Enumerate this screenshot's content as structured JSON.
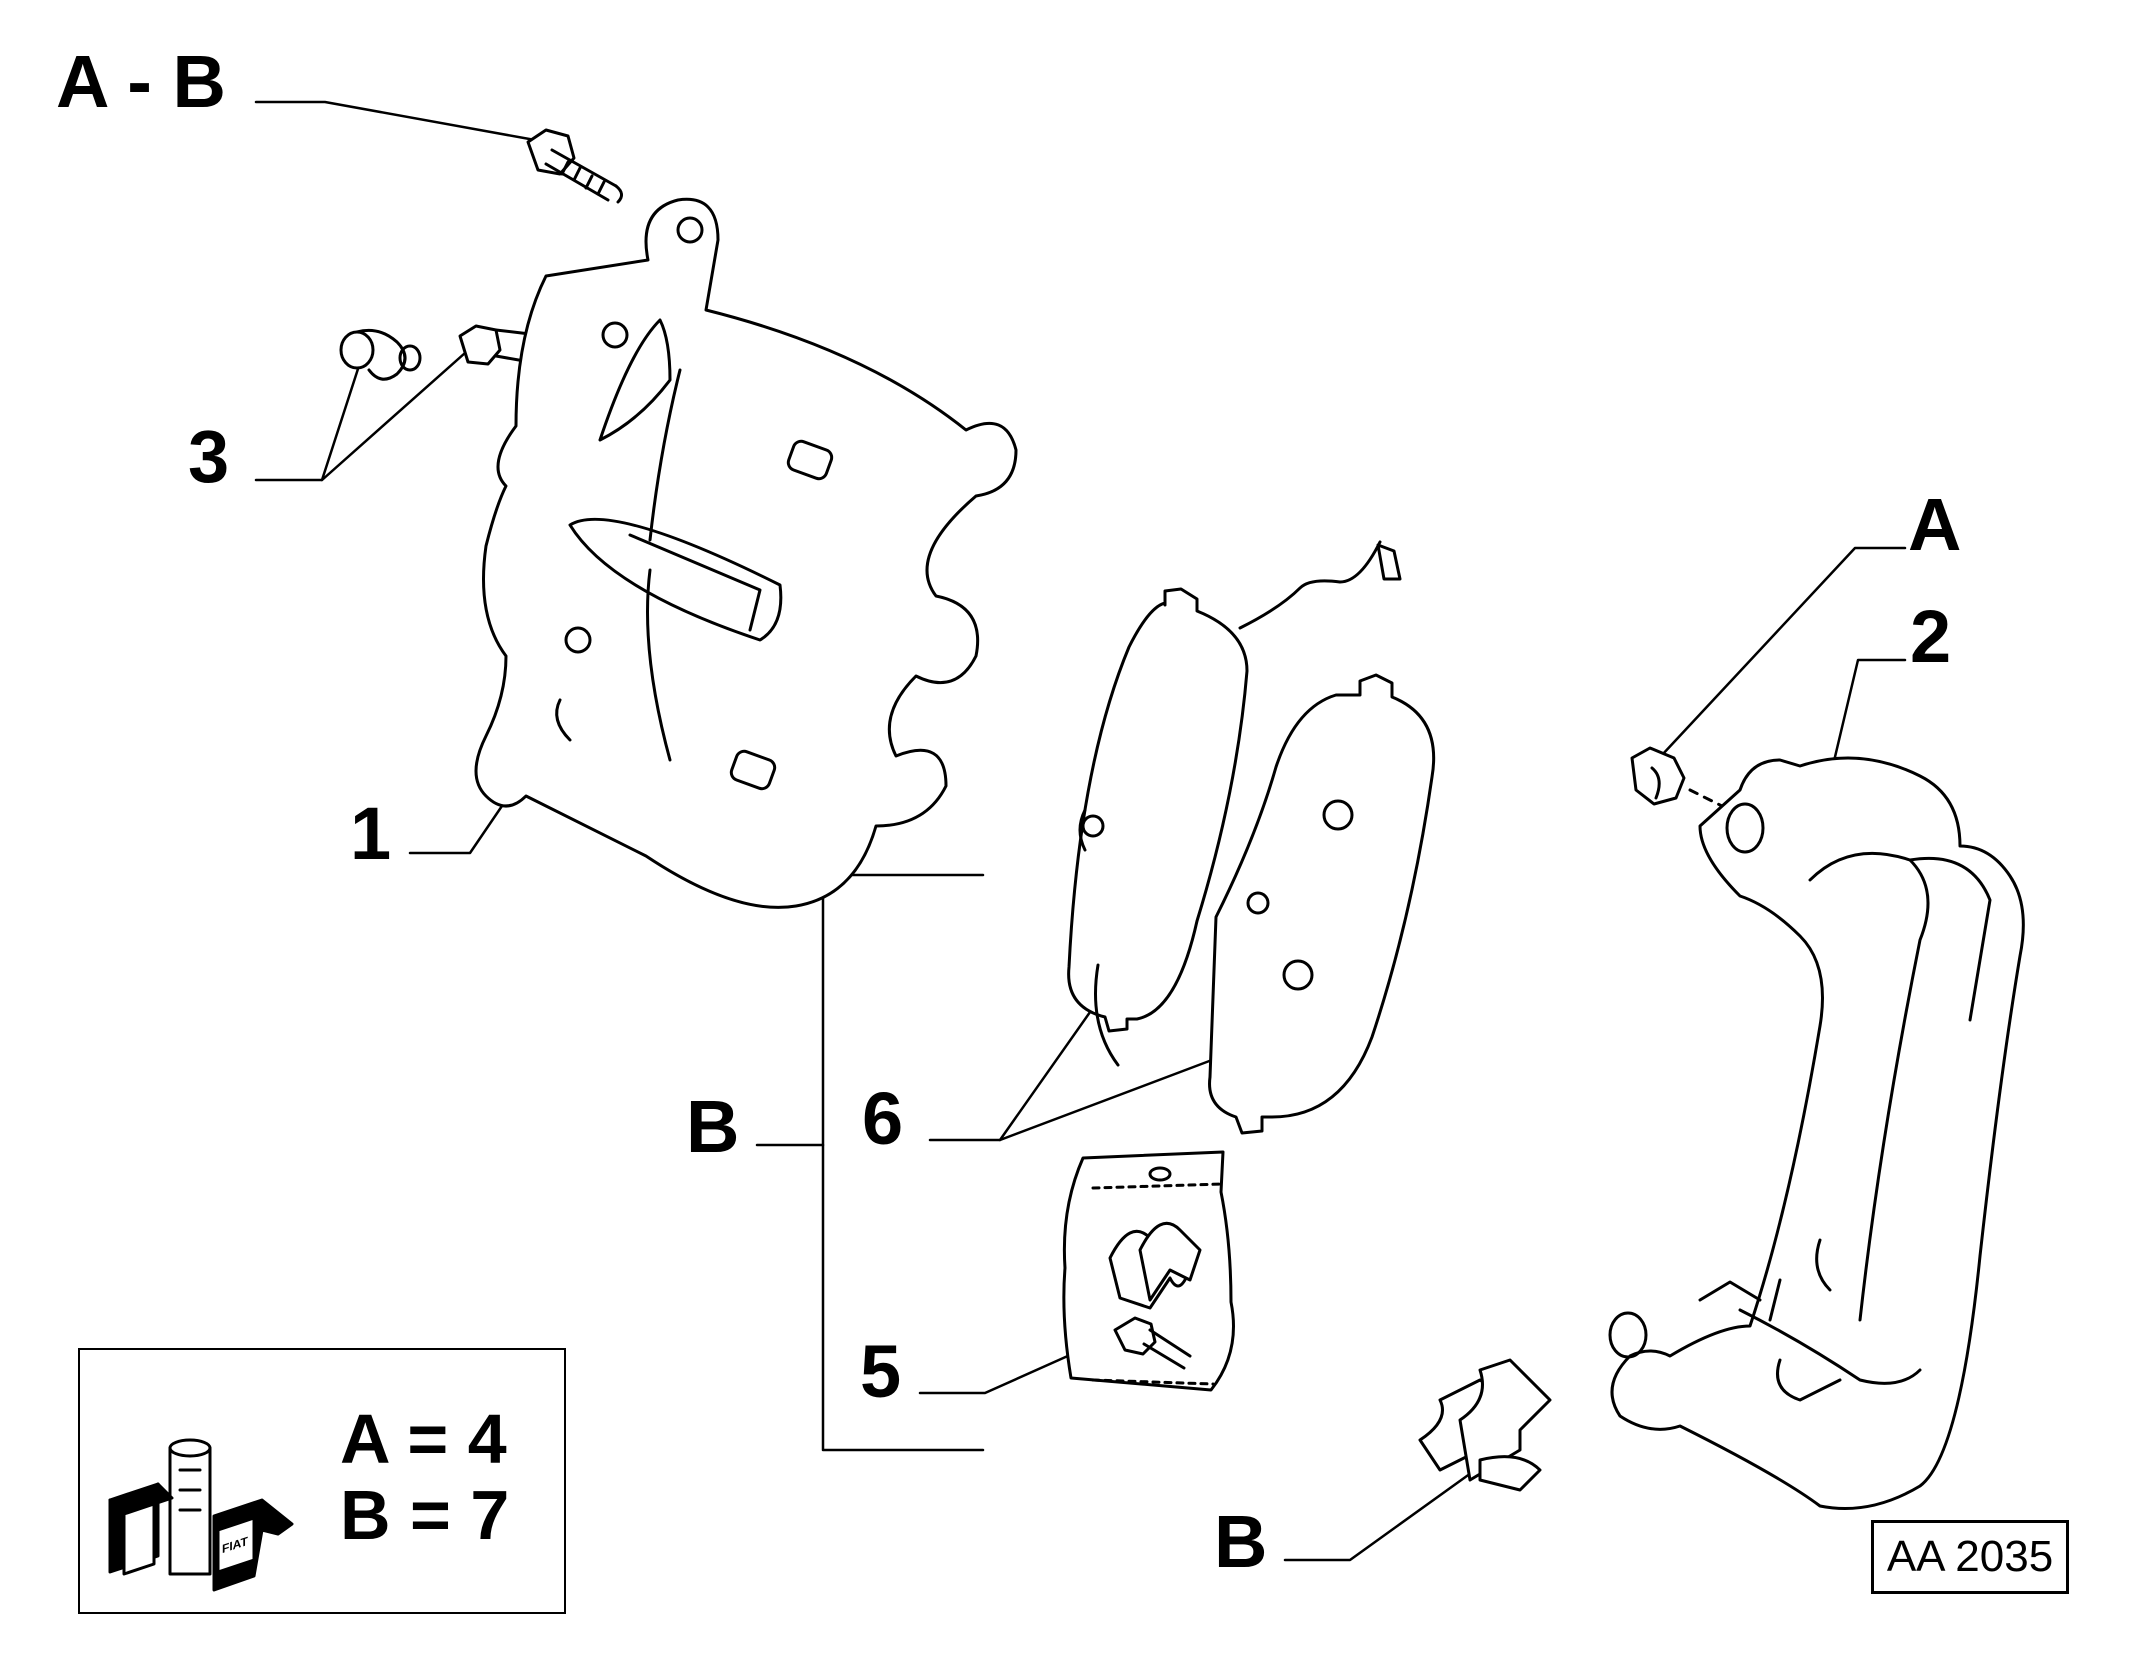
{
  "callouts": {
    "ab": "A - B",
    "three": "3",
    "one": "1",
    "a_right": "A",
    "two": "2",
    "six": "6",
    "b_left": "B",
    "five": "5",
    "b_bottom": "B"
  },
  "legend": {
    "line_a": "A = 4",
    "line_b": "B = 7",
    "box_logo": "FIAT"
  },
  "reference_code": "AA 2035",
  "colors": {
    "ink": "#000000",
    "paper": "#ffffff"
  }
}
